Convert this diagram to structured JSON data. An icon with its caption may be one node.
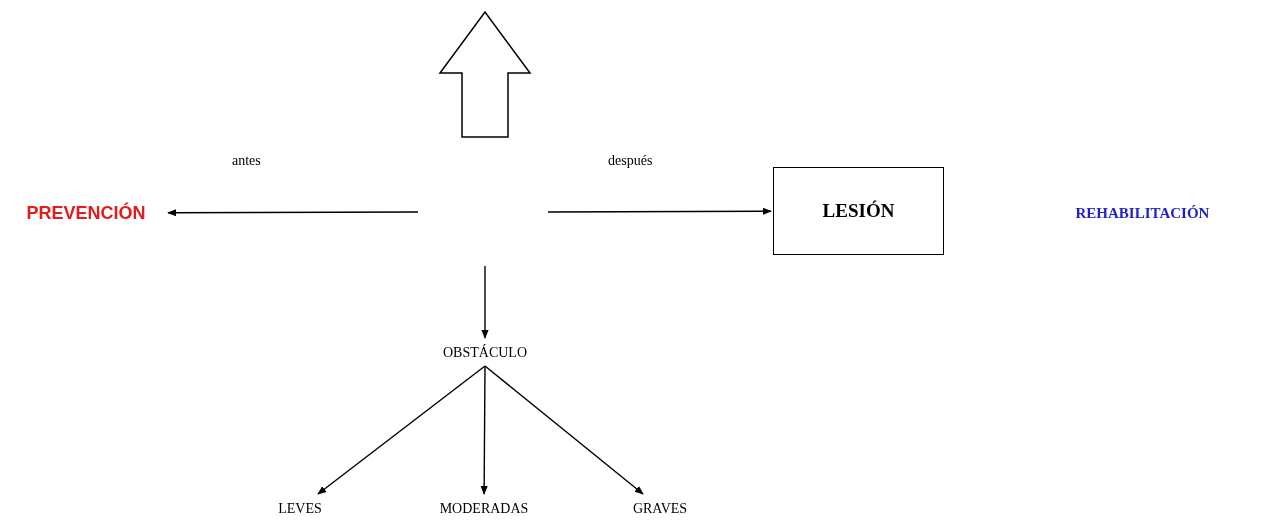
{
  "diagram": {
    "nodes": [
      {
        "text": [
          "PREVENCIÓN"
        ]
      },
      {
        "text": [
          "LESIÓN"
        ]
      },
      {
        "text": [
          "OBSTÁCULO"
        ]
      },
      {
        "text": [
          "LEVES"
        ]
      },
      {
        "text": [
          "MODERADAS"
        ]
      },
      {
        "text": [
          "GRAVES"
        ]
      }
    ],
    "edges": [
      {
        "from": null,
        "to": 0,
        "arrow": "to",
        "label": "antes"
      },
      {
        "from": null,
        "to": 1,
        "arrow": "to",
        "label": "después"
      },
      {
        "from": null,
        "to": 2,
        "arrow": "to"
      },
      {
        "from": 2,
        "to": 3,
        "arrow": "to"
      },
      {
        "from": 2,
        "to": 4,
        "arrow": "to"
      },
      {
        "from": 2,
        "to": 5,
        "arrow": "to"
      }
    ],
    "labels": [
      "REHABILITACIÓN"
    ]
  }
}
